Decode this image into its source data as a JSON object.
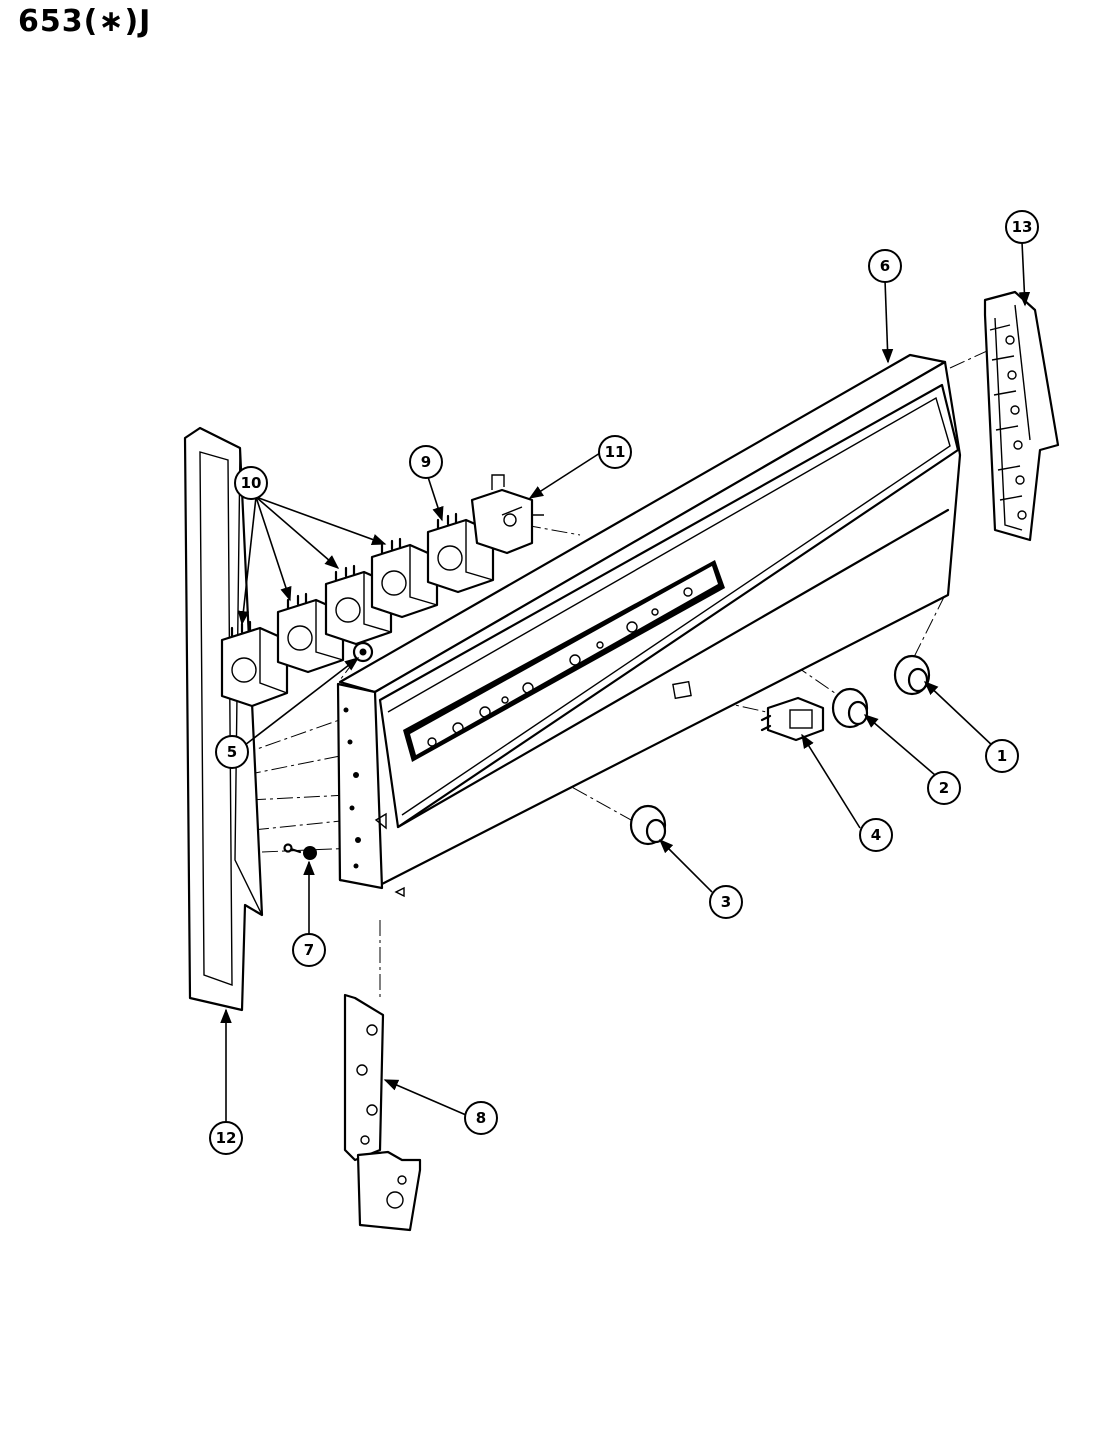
{
  "title": "653(∗)J",
  "callouts": [
    {
      "id": "1",
      "label": "1"
    },
    {
      "id": "2",
      "label": "2"
    },
    {
      "id": "3",
      "label": "3"
    },
    {
      "id": "4",
      "label": "4"
    },
    {
      "id": "5",
      "label": "5"
    },
    {
      "id": "6",
      "label": "6"
    },
    {
      "id": "7",
      "label": "7"
    },
    {
      "id": "8",
      "label": "8"
    },
    {
      "id": "9",
      "label": "9"
    },
    {
      "id": "10",
      "label": "10"
    },
    {
      "id": "11",
      "label": "11"
    },
    {
      "id": "12",
      "label": "12"
    },
    {
      "id": "13",
      "label": "13"
    }
  ]
}
